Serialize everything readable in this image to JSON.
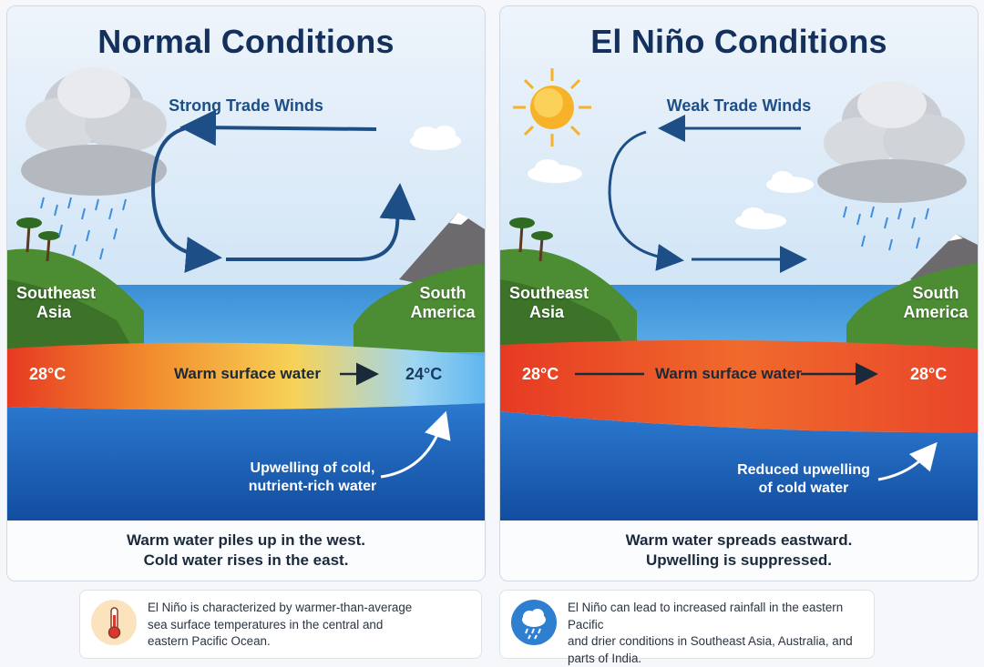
{
  "normal": {
    "title": "Normal Conditions",
    "wind_label": "Strong Trade Winds",
    "west_land": "Southeast Asia",
    "east_land": "South America",
    "west_temp": "28°C",
    "east_temp": "24°C",
    "surface_label": "Warm surface water",
    "upwelling": [
      "Upwelling of cold,",
      "nutrient-rich water"
    ],
    "caption": [
      "Warm water piles up in the west.",
      "Cold water rises in the east."
    ]
  },
  "elnino": {
    "title": "El Niño Conditions",
    "wind_label": "Weak Trade Winds",
    "west_land": "Southeast Asia",
    "east_land": "South America",
    "west_temp": "28°C",
    "east_temp": "28°C",
    "surface_label": "Warm surface water",
    "upwelling": [
      "Reduced upwelling",
      "of cold water"
    ],
    "caption": [
      "Warm water spreads eastward.",
      "Upwelling is suppressed."
    ]
  },
  "info": [
    {
      "icon": "thermometer-icon",
      "lines": [
        "El Niño is characterized by warmer-than-average",
        "sea surface temperatures in the central and",
        "eastern Pacific Ocean."
      ]
    },
    {
      "icon": "rain-cloud-icon",
      "lines": [
        "El Niño can lead to increased rainfall in the eastern Pacific",
        "and drier conditions in Southeast Asia, Australia, and",
        "parts of India."
      ]
    }
  ],
  "colors": {
    "title": "#13315c",
    "arrow": "#1d4f86",
    "warm": "#e8472a",
    "cold": "#1f6fc8",
    "ocean_deep": "#1554a8"
  }
}
